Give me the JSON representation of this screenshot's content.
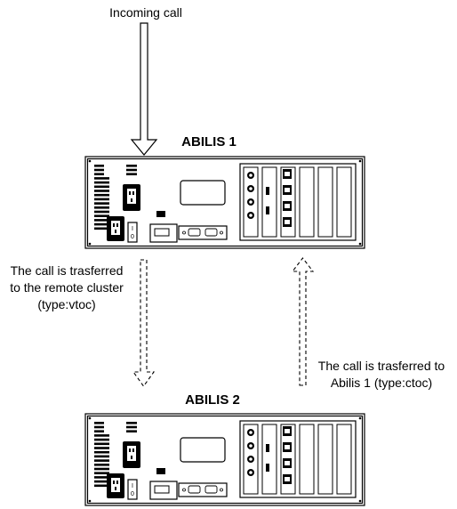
{
  "incoming_label": "Incoming call",
  "device1": {
    "title": "ABILIS 1",
    "switch_top": "I",
    "switch_bottom": "0"
  },
  "device2": {
    "title": "ABILIS 2",
    "switch_top": "I",
    "switch_bottom": "0"
  },
  "note_down": {
    "line1": "The call is trasferred",
    "line2": "to the remote cluster",
    "line3": "(type:vtoc)"
  },
  "note_up": {
    "line1": "The call is trasferred to",
    "line2": "Abilis 1 (type:ctoc)"
  }
}
